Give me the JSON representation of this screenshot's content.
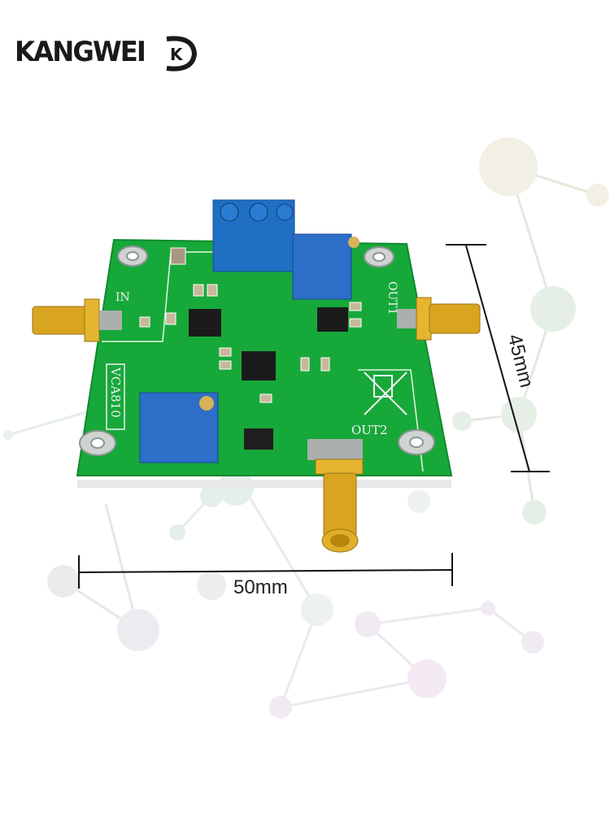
{
  "brand": {
    "name": "KANGWEI",
    "logo_mark": "K"
  },
  "board": {
    "model_label": "VCA810",
    "input_label": "IN",
    "output1_label": "OUT1",
    "output2_label": "OUT2"
  },
  "dimensions": {
    "width_label": "50mm",
    "height_label": "45mm"
  },
  "colors": {
    "pcb": "#17a83a",
    "terminal": "#1f6fc4",
    "gold": "#d9a520"
  }
}
